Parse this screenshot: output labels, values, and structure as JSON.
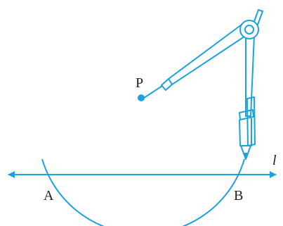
{
  "diagram": {
    "labels": {
      "point_p": "P",
      "point_a": "A",
      "point_b": "B",
      "line_l": "l"
    },
    "colors": {
      "construction": "#1aa3dc",
      "text": "#231f20",
      "background": "#ffffff"
    },
    "tools": [
      "compass"
    ]
  }
}
